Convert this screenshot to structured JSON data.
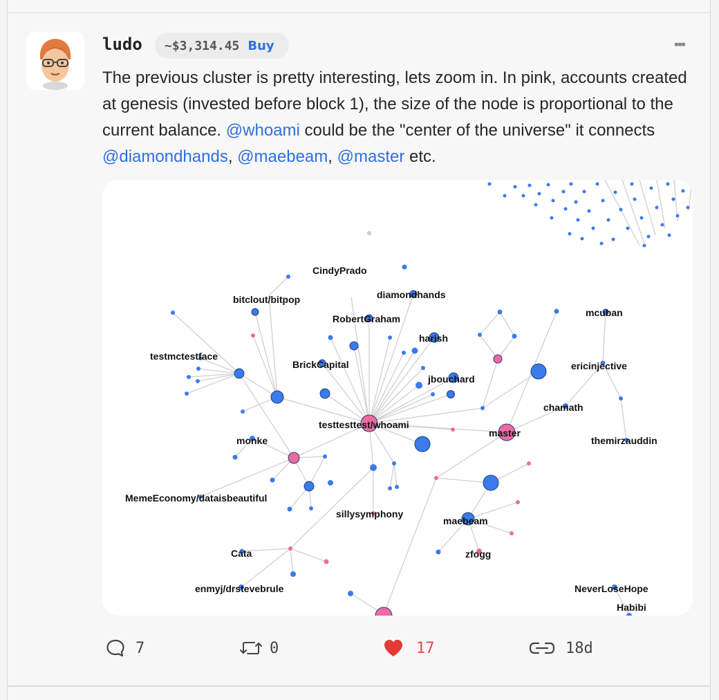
{
  "post": {
    "username": "ludo",
    "price": "~$3,314.45",
    "buy_label": "Buy",
    "more_label": "•••",
    "body": {
      "p1": "The previous cluster is pretty interesting, lets zoom in. In pink, accounts created at genesis (invested before block 1), the size of the node is proportional to the current balance. ",
      "m1": "@whoami",
      "p2": " could be the \"center of the universe\" it connects ",
      "m2": "@diamondhands",
      "sep1": ", ",
      "m3": "@maebeam",
      "sep2": ", ",
      "m4": "@master",
      "p3": " etc."
    }
  },
  "graph": {
    "labels": {
      "cindy": "CindyPrado",
      "bitclout": "bitclout/bitpop",
      "diamond": "diamondhands",
      "robert": "RobertGraham",
      "mcuban": "mcuban",
      "harish": "harish",
      "testmc": "testmctestface",
      "brick": "BrickCapital",
      "ericin": "ericinjective",
      "jbouchard": "jbouchard",
      "chamath": "chamath",
      "center": "testtesttest/whoami",
      "master": "master",
      "monke": "monke",
      "themirza": "themirzauddin",
      "meme": "MemeEconomy/dataisbeautiful",
      "silly": "sillysymphony",
      "maebeam": "maebeam",
      "cata": "Cata",
      "zfogg": "zfogg",
      "enmyj": "enmyj/drstevebrule",
      "neverlose": "NeverLoseHope",
      "habibi": "Habibi"
    }
  },
  "actions": {
    "comments": "7",
    "reclouts": "0",
    "likes": "17",
    "time": "18d"
  },
  "colors": {
    "accent": "#2f6fde",
    "node_blue": "#3b7bea",
    "node_pink": "#ef6aa0",
    "like": "#e53935"
  }
}
